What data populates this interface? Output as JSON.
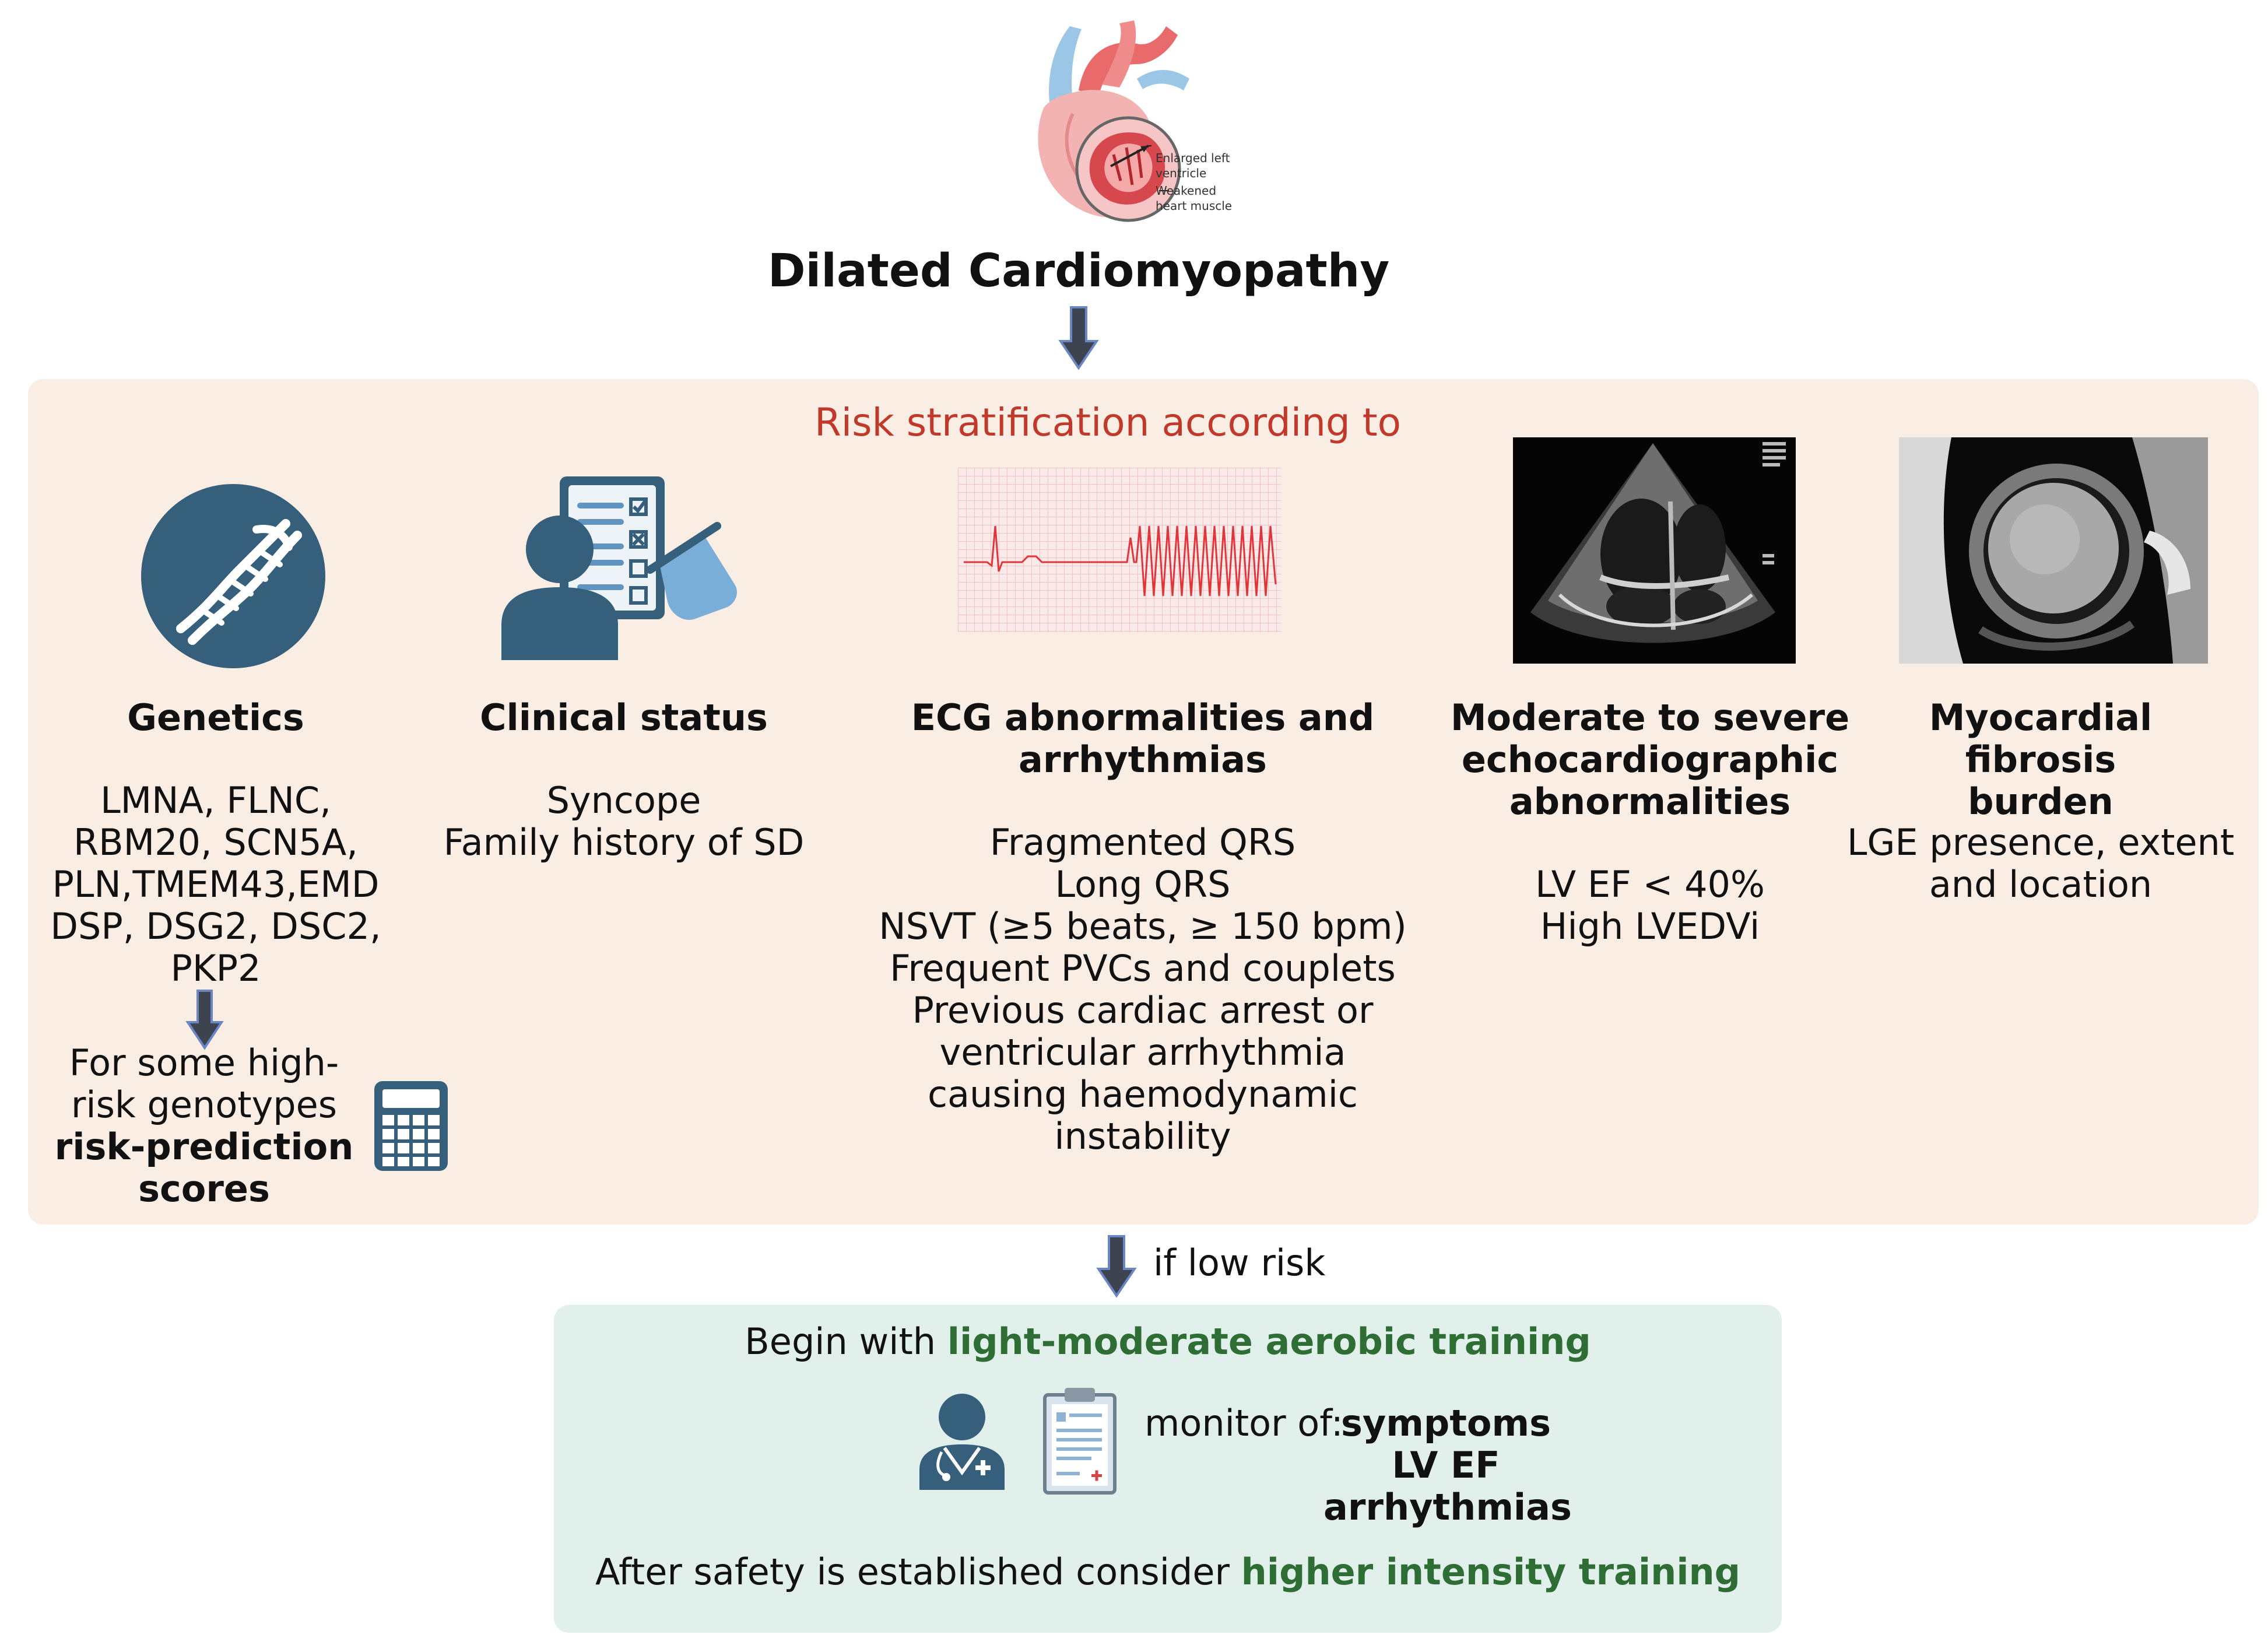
{
  "header": {
    "title": "Dilated Cardiomyopathy",
    "heart_labels": {
      "label_1": [
        "Enlarged left",
        "ventricle"
      ],
      "label_2": [
        "Weakened",
        "heart muscle"
      ]
    }
  },
  "risk": {
    "heading": "Risk stratification according to",
    "columns": [
      {
        "title": [
          "Genetics"
        ],
        "body": [
          "LMNA, FLNC,",
          "RBM20, SCN5A,",
          "PLN,TMEM43,EMD",
          "DSP, DSG2, DSC2,",
          "PKP2"
        ],
        "icon": "dna-icon"
      },
      {
        "title": [
          "Clinical status"
        ],
        "body": [
          "Syncope",
          "Family history of SD"
        ],
        "icon": "patient-checklist-icon"
      },
      {
        "title": [
          "ECG abnormalities and",
          "arrhythmias"
        ],
        "body": [
          "Fragmented QRS",
          "Long QRS",
          "NSVT (≥5 beats, ≥ 150 bpm)",
          "Frequent PVCs and couplets",
          "Previous cardiac arrest or",
          "ventricular arrhythmia",
          "causing  haemodynamic",
          "instability"
        ],
        "icon": "ecg-strip-icon"
      },
      {
        "title": [
          "Moderate to severe",
          "echocardiographic",
          "abnormalities"
        ],
        "body": [
          "LV EF < 40%",
          "High LVEDVi"
        ],
        "icon": "echocardiogram-image"
      },
      {
        "title": [
          "Myocardial fibrosis",
          "burden"
        ],
        "body": [
          "LGE presence, extent",
          "and location"
        ],
        "icon": "cardiac-mri-image"
      }
    ],
    "genetics_note": {
      "normal": [
        "For some high-",
        "risk genotypes"
      ],
      "bold": [
        "risk-prediction",
        "scores"
      ]
    }
  },
  "transition": {
    "label": "if low risk"
  },
  "plan": {
    "line1_prefix": "Begin with ",
    "line1_highlight": "light-moderate aerobic training",
    "monitor_label": "monitor of:",
    "monitor_items": [
      "symptoms",
      "LV EF",
      "arrhythmias"
    ],
    "line3_prefix": "After safety is established consider ",
    "line3_highlight": "higher intensity training"
  },
  "colors": {
    "risk_heading": "#c0392b",
    "highlight_green": "#2e6d34",
    "icon_blue": "#355f7a",
    "risk_panel_bg": "#f9ede4",
    "plan_panel_bg": "#e2f0ec",
    "arrow_fill": "#3d4450",
    "arrow_outline": "#6b86c4"
  }
}
